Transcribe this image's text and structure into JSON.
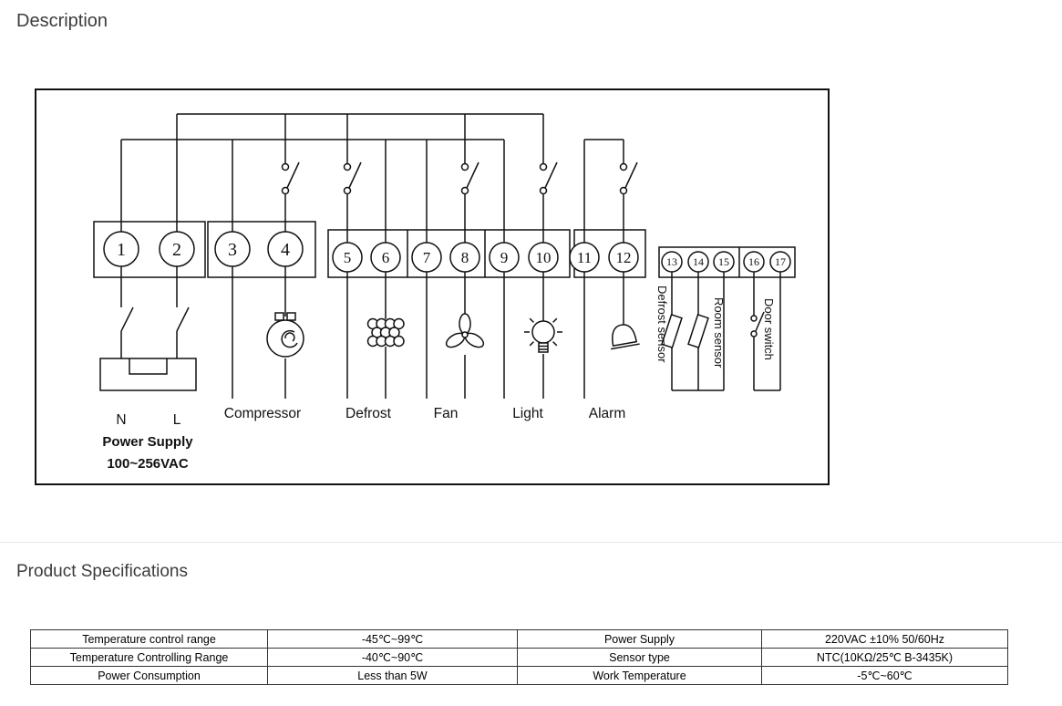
{
  "headings": {
    "description": "Description",
    "specifications": "Product Specifications"
  },
  "diagram": {
    "terminals": [
      "1",
      "2",
      "3",
      "4",
      "5",
      "6",
      "7",
      "8",
      "9",
      "10",
      "11",
      "12",
      "13",
      "14",
      "15",
      "16",
      "17"
    ],
    "outputs": {
      "compressor": "Compressor",
      "defrost": "Defrost",
      "fan": "Fan",
      "light": "Light",
      "alarm": "Alarm"
    },
    "power": {
      "neutral": "N",
      "line": "L",
      "label_line1": "Power Supply",
      "label_line2": "100~256VAC"
    },
    "sensors": {
      "defrost_sensor": "Defrost sensor",
      "room_sensor": "Room sensor",
      "door_switch": "Door switch"
    }
  },
  "spec_table": {
    "rows": [
      [
        "Temperature control range",
        "-45℃~99℃",
        "Power Supply",
        "220VAC ±10% 50/60Hz"
      ],
      [
        "Temperature Controlling Range",
        "-40℃~90℃",
        "Sensor type",
        "NTC(10KΩ/25℃ B-3435K)"
      ],
      [
        "Power Consumption",
        "Less than 5W",
        "Work Temperature",
        "-5℃~60℃"
      ]
    ]
  }
}
